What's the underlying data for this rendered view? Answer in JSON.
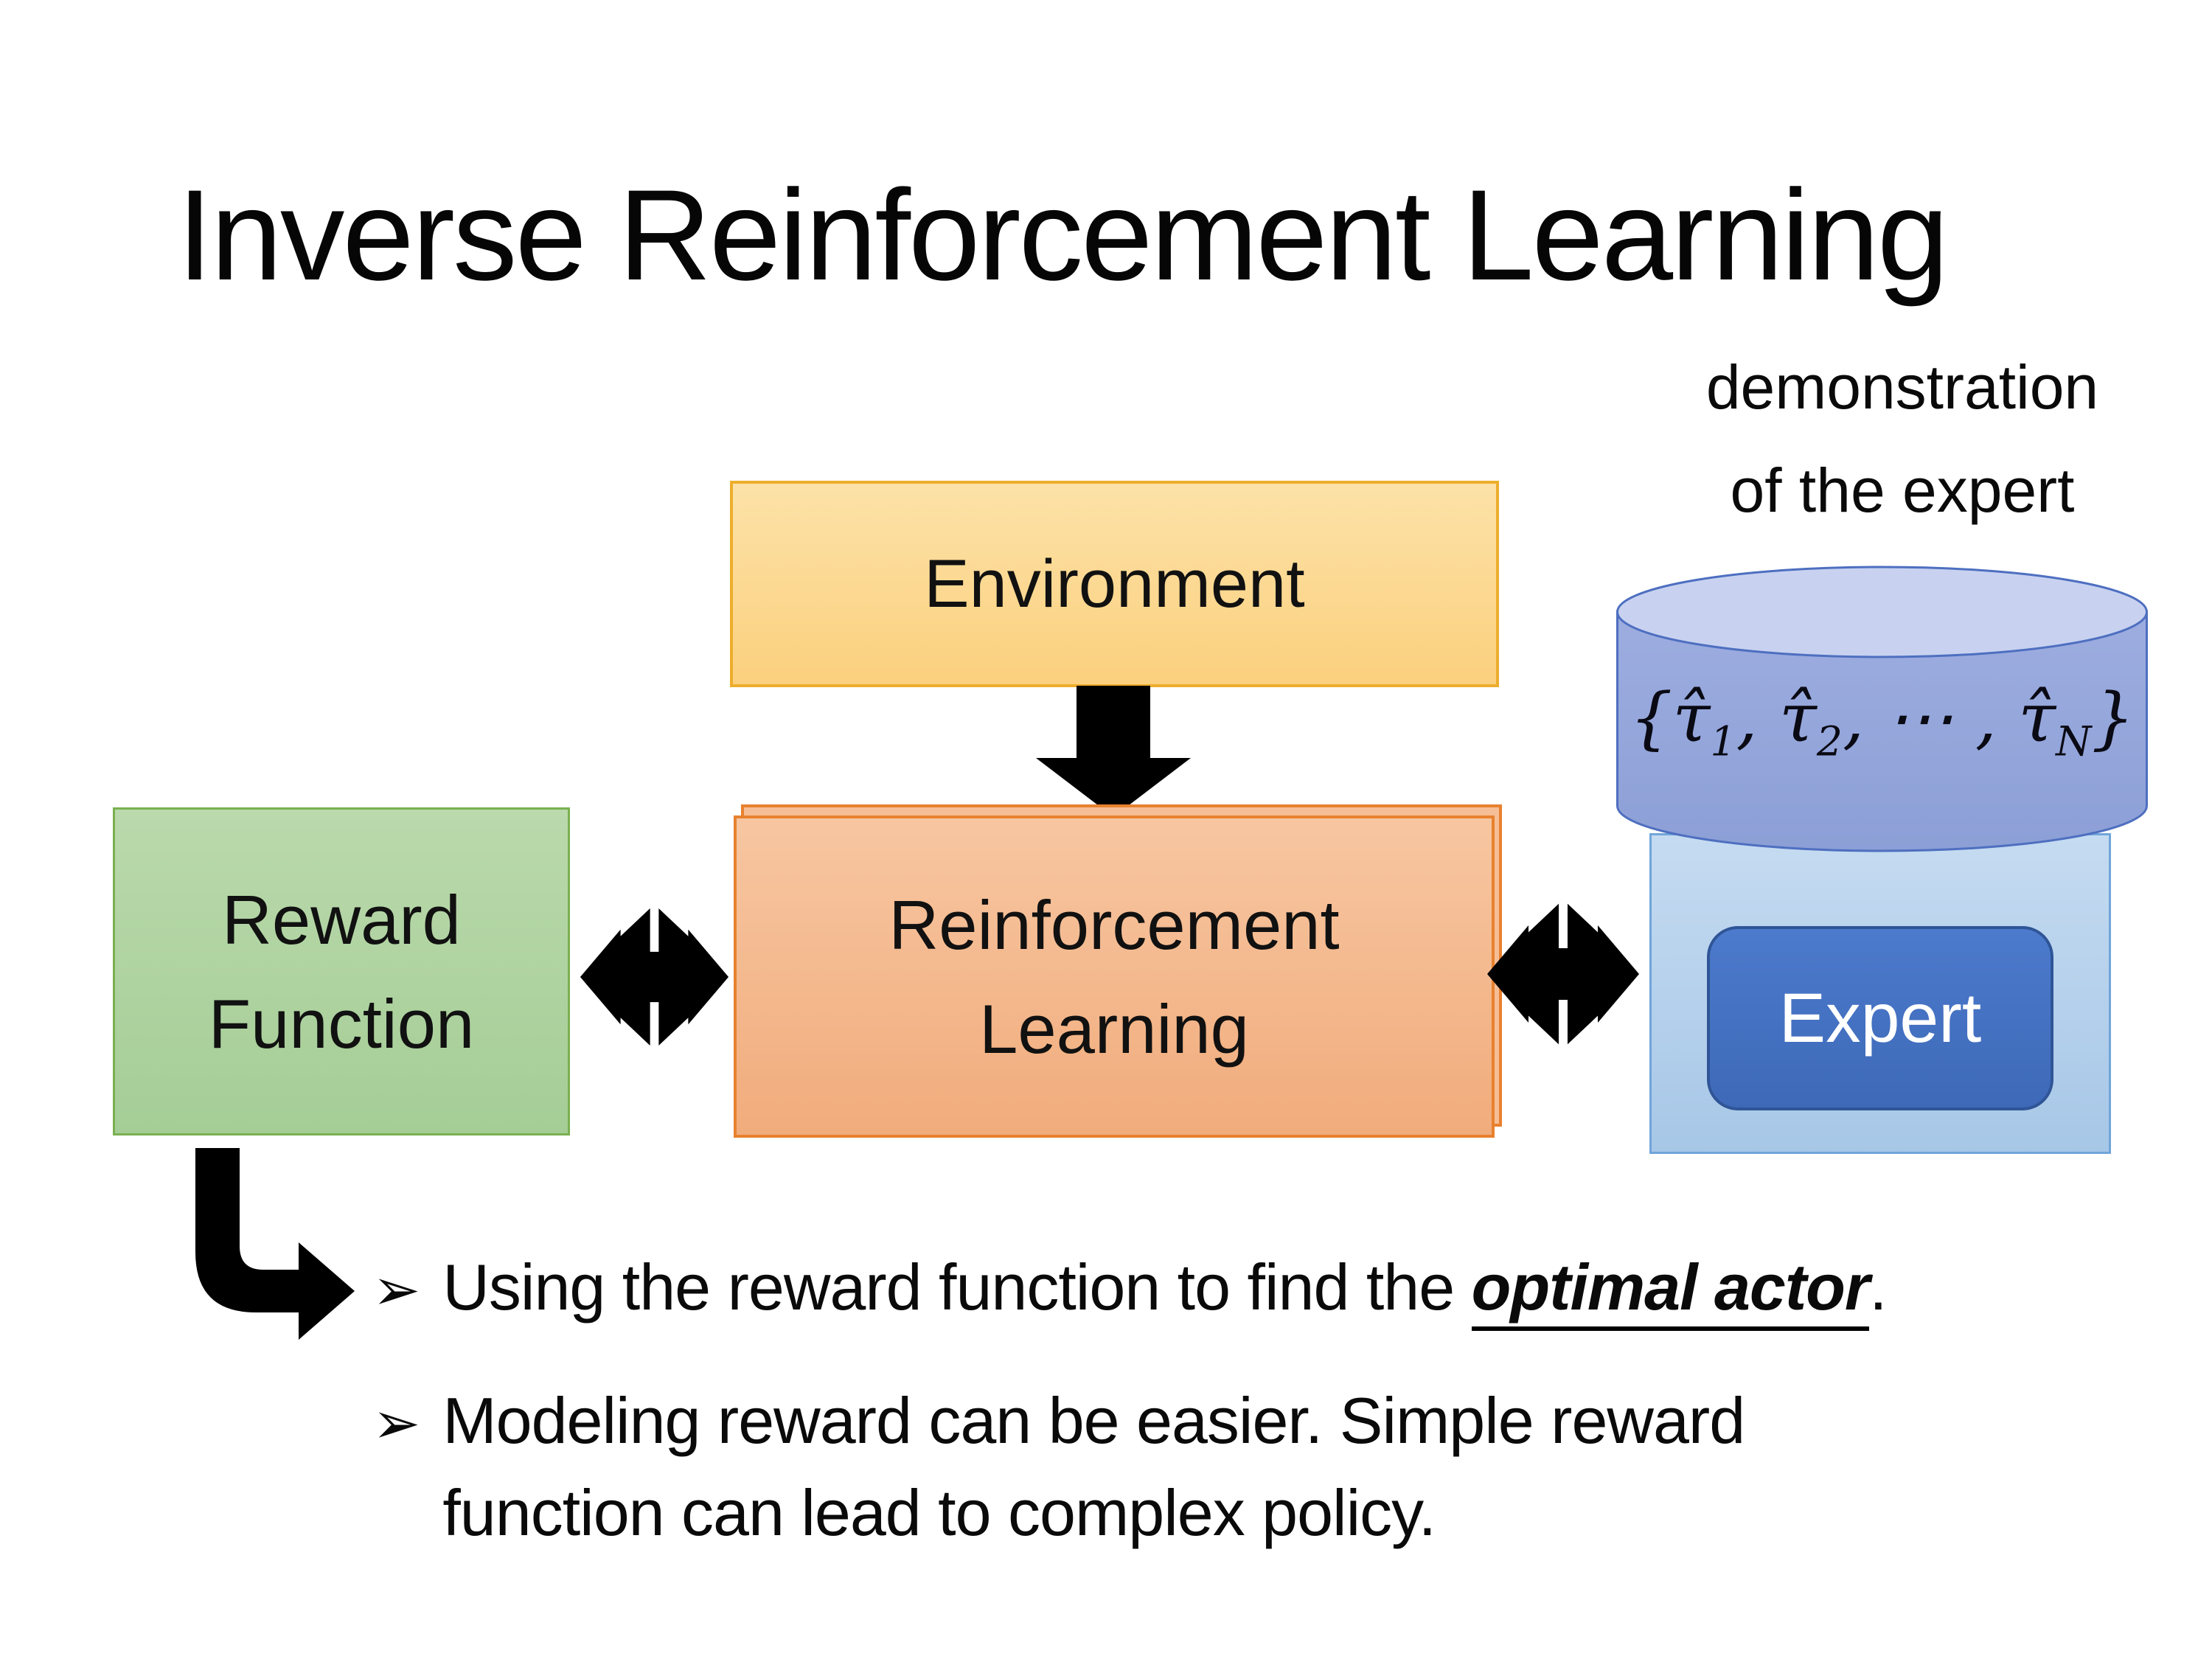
{
  "slide": {
    "title": "Inverse Reinforcement Learning",
    "demonstration_label": {
      "line1": "demonstration",
      "line2": "of the expert"
    },
    "environment": {
      "label": "Environment"
    },
    "reward_function": {
      "line1": "Reward",
      "line2": "Function"
    },
    "reinforcement_learning": {
      "line1": "Reinforcement",
      "line2": "Learning"
    },
    "expert": {
      "label": "Expert"
    },
    "trajectories_math": {
      "parts": [
        {
          "t": "{τ̂"
        },
        {
          "t": "1",
          "sub": true
        },
        {
          "t": ", τ̂"
        },
        {
          "t": "2",
          "sub": true
        },
        {
          "t": ", ⋯ , τ̂"
        },
        {
          "t": "N",
          "sub": true
        },
        {
          "t": "}"
        }
      ]
    },
    "bullets": {
      "glyph": "➢",
      "item1": {
        "prefix": "Using the reward function to find the ",
        "emphasis": "optimal actor",
        "suffix": "."
      },
      "item2": {
        "line1": "Modeling reward can be easier. Simple reward",
        "line2": "function can lead to complex policy."
      }
    },
    "icons": {
      "down_arrow": "down-arrow-icon",
      "bidirectional_arrow": "bidirectional-arrow-icon",
      "elbow_arrow": "elbow-arrow-icon",
      "cylinder": "database-cylinder-icon"
    },
    "colors": {
      "background": "#FFFFFF",
      "text": "#000000",
      "environment_fill": "#FBD68E",
      "environment_border": "#EDAE2D",
      "reward_fill": "#AFD3A0",
      "reward_border": "#7AB050",
      "rl_fill": "#F5BA8F",
      "rl_border": "#E8812F",
      "expert_panel_fill": "#BCD5EC",
      "expert_panel_border": "#71A5D9",
      "expert_fill": "#4472C4",
      "expert_border": "#2F5597",
      "expert_text": "#FFFFFF",
      "cylinder_fill": "#93A8DB",
      "cylinder_top_fill": "#C8D2F0",
      "cylinder_border": "#4E6FC0",
      "arrow": "#000000"
    }
  }
}
